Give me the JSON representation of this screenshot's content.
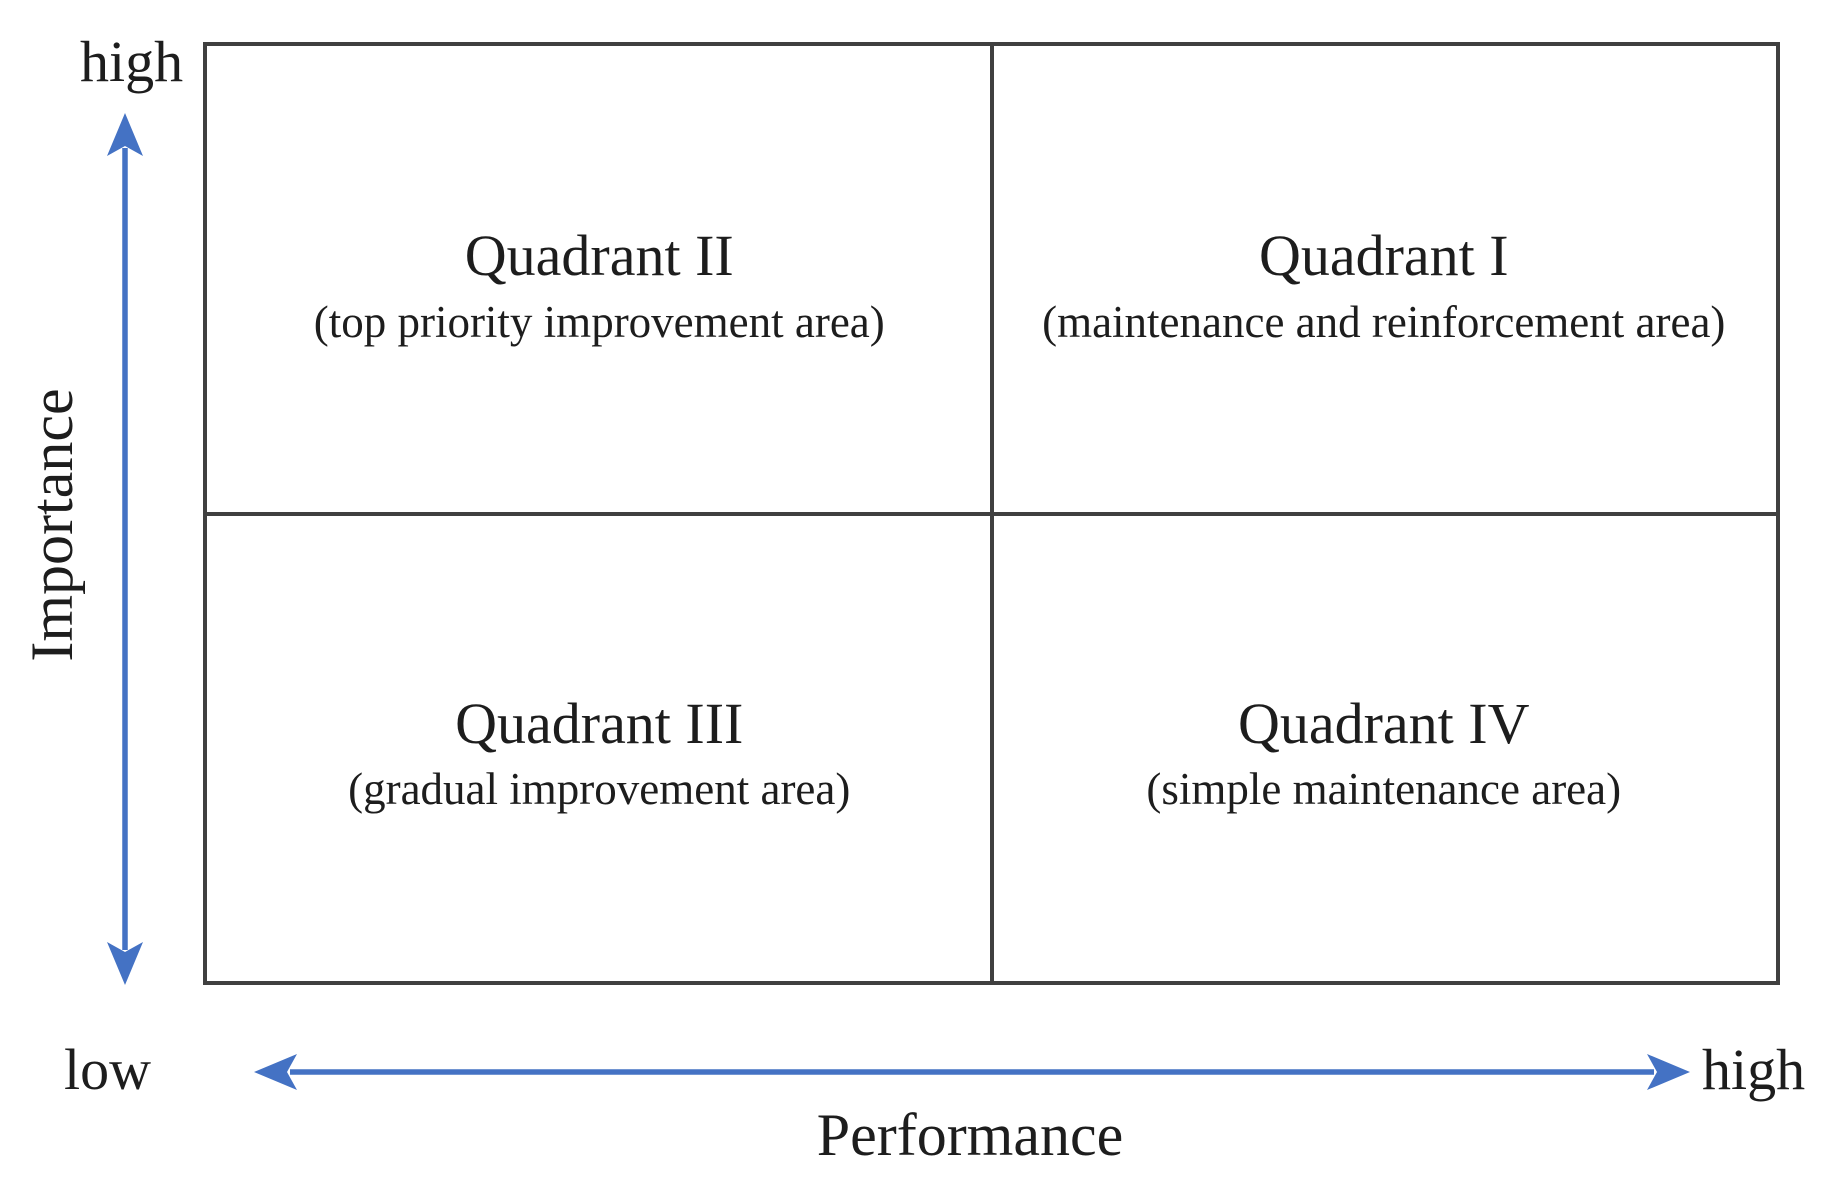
{
  "diagram": {
    "type": "quadrant-matrix",
    "axes": {
      "y": {
        "label": "Importance",
        "max_label": "high"
      },
      "x": {
        "label": "Performance",
        "max_label": "high"
      },
      "origin_label": "low"
    },
    "quadrants": [
      {
        "position": "top-left",
        "title": "Quadrant II",
        "subtitle": "(top priority improvement area)"
      },
      {
        "position": "top-right",
        "title": "Quadrant I",
        "subtitle": "(maintenance and reinforcement area)"
      },
      {
        "position": "bottom-left",
        "title": "Quadrant III",
        "subtitle": "(gradual improvement area)"
      },
      {
        "position": "bottom-right",
        "title": "Quadrant IV",
        "subtitle": "(simple maintenance area)"
      }
    ],
    "colors": {
      "arrow": "#4472C4",
      "grid_line": "#404040",
      "text": "#1d1d1d",
      "background": "#ffffff"
    }
  }
}
